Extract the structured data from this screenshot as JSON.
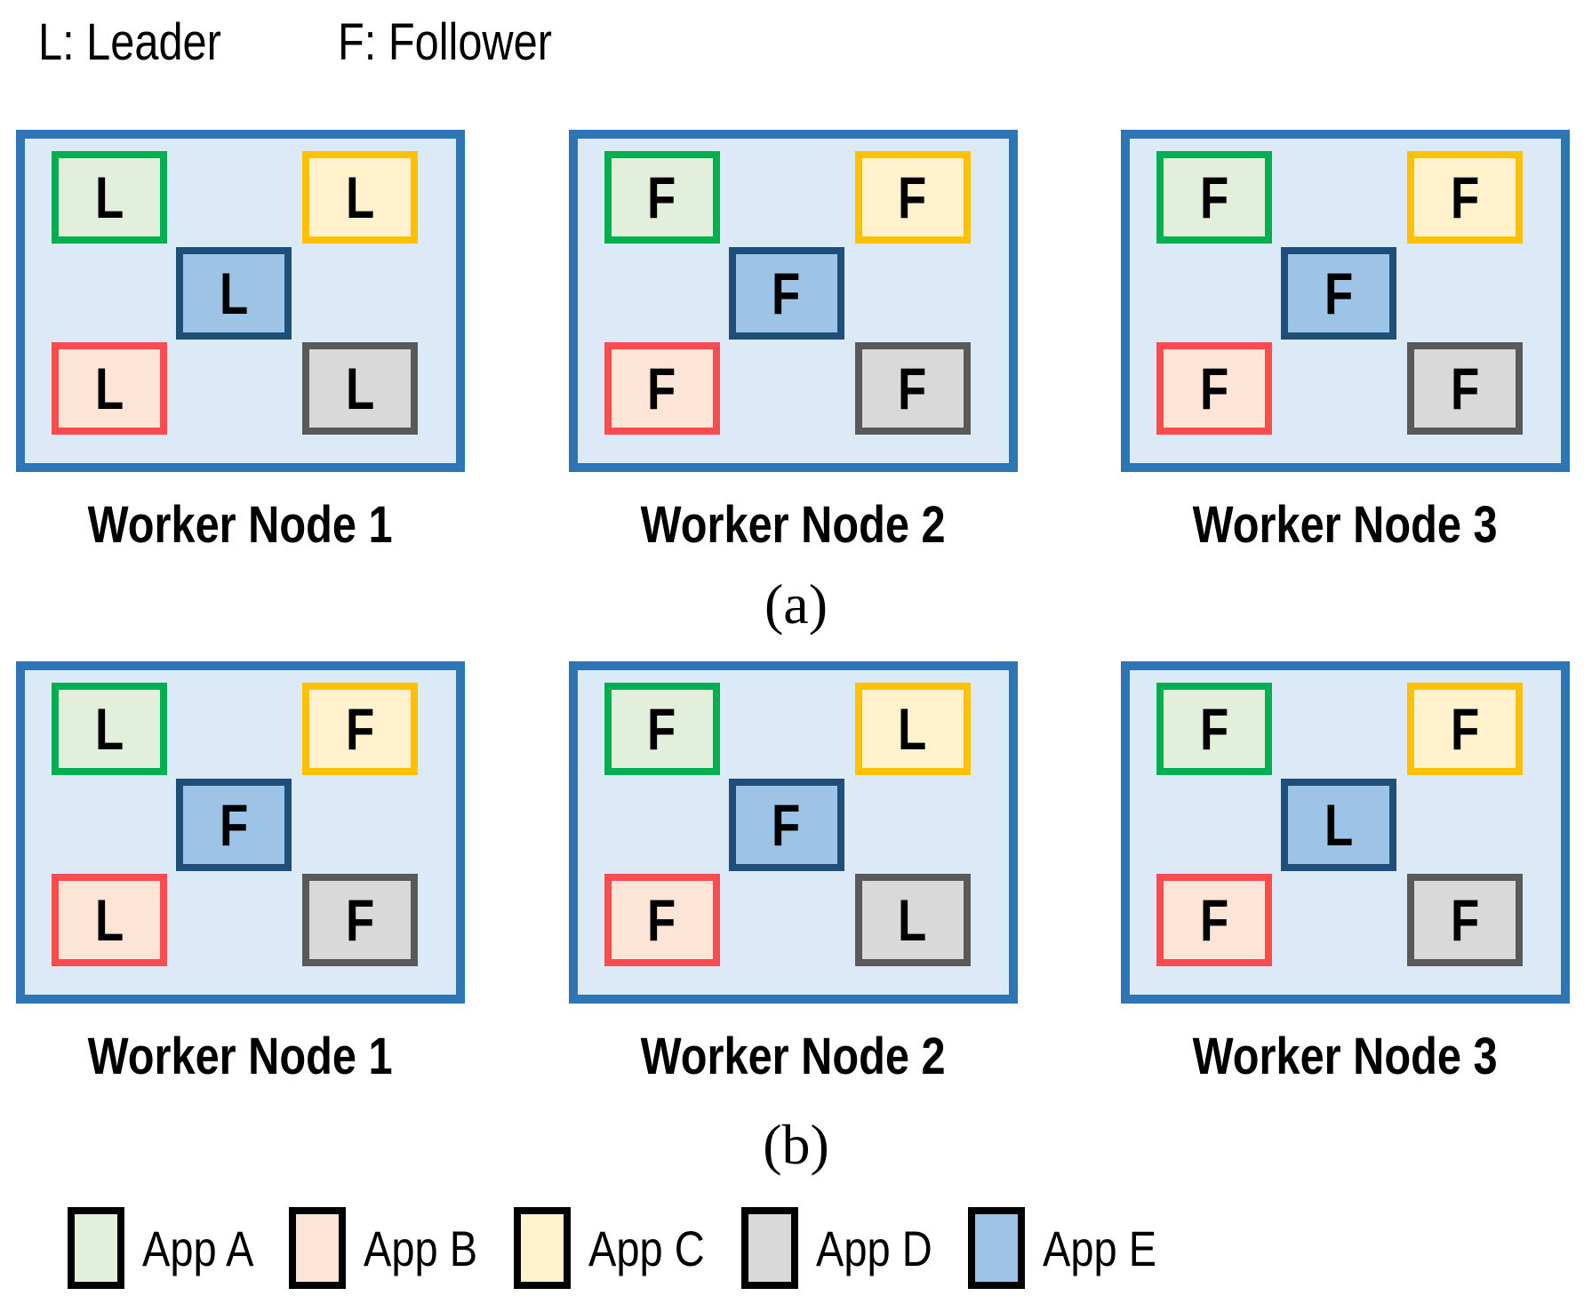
{
  "key": {
    "leader": "L: Leader",
    "follower": "F: Follower"
  },
  "colors": {
    "node-border": "#2e75b6",
    "node-fill": "#dce9f6",
    "app-a-border": "#00b050",
    "app-a-fill": "#e2efda",
    "app-b-border": "#fa4b50",
    "app-b-fill": "#fce4d6",
    "app-c-border": "#ffc000",
    "app-c-fill": "#fff2cc",
    "app-d-border": "#595959",
    "app-d-fill": "#d9d9d9",
    "app-e-border": "#1f4e79",
    "app-e-fill": "#9dc3e6"
  },
  "sections": [
    {
      "caption": "(a)",
      "nodes": [
        {
          "label": "Worker Node 1",
          "cells": [
            {
              "app": "App A",
              "role": "L"
            },
            {
              "app": "App C",
              "role": "L"
            },
            {
              "app": "App E",
              "role": "L"
            },
            {
              "app": "App B",
              "role": "L"
            },
            {
              "app": "App D",
              "role": "L"
            }
          ]
        },
        {
          "label": "Worker Node 2",
          "cells": [
            {
              "app": "App A",
              "role": "F"
            },
            {
              "app": "App C",
              "role": "F"
            },
            {
              "app": "App E",
              "role": "F"
            },
            {
              "app": "App B",
              "role": "F"
            },
            {
              "app": "App D",
              "role": "F"
            }
          ]
        },
        {
          "label": "Worker Node 3",
          "cells": [
            {
              "app": "App A",
              "role": "F"
            },
            {
              "app": "App C",
              "role": "F"
            },
            {
              "app": "App E",
              "role": "F"
            },
            {
              "app": "App B",
              "role": "F"
            },
            {
              "app": "App D",
              "role": "F"
            }
          ]
        }
      ]
    },
    {
      "caption": "(b)",
      "nodes": [
        {
          "label": "Worker Node 1",
          "cells": [
            {
              "app": "App A",
              "role": "L"
            },
            {
              "app": "App C",
              "role": "F"
            },
            {
              "app": "App E",
              "role": "F"
            },
            {
              "app": "App B",
              "role": "L"
            },
            {
              "app": "App D",
              "role": "F"
            }
          ]
        },
        {
          "label": "Worker Node 2",
          "cells": [
            {
              "app": "App A",
              "role": "F"
            },
            {
              "app": "App C",
              "role": "L"
            },
            {
              "app": "App E",
              "role": "F"
            },
            {
              "app": "App B",
              "role": "F"
            },
            {
              "app": "App D",
              "role": "L"
            }
          ]
        },
        {
          "label": "Worker Node 3",
          "cells": [
            {
              "app": "App A",
              "role": "F"
            },
            {
              "app": "App C",
              "role": "F"
            },
            {
              "app": "App E",
              "role": "L"
            },
            {
              "app": "App B",
              "role": "F"
            },
            {
              "app": "App D",
              "role": "F"
            }
          ]
        }
      ]
    }
  ],
  "legend": {
    "items": [
      {
        "label": "App A"
      },
      {
        "label": "App B"
      },
      {
        "label": "App C"
      },
      {
        "label": "App D"
      },
      {
        "label": "App E"
      }
    ]
  }
}
